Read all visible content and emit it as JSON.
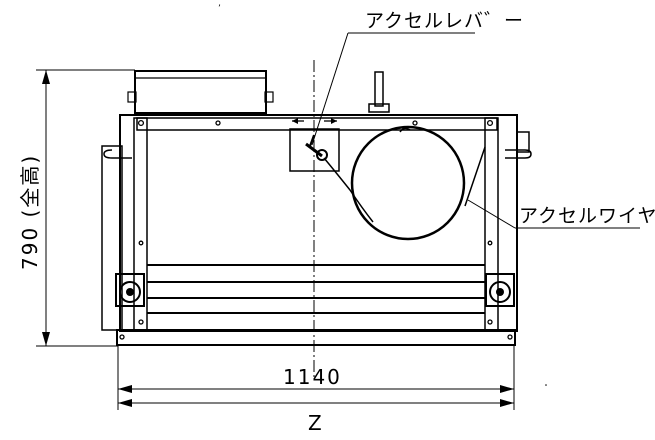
{
  "labels": {
    "accel_lever": "アクセルレバ゛ー",
    "accel_wire": "アクセルワイヤ",
    "height_dim": "790 (全高)",
    "width_dim": "1140",
    "overall_dim": "Z"
  }
}
